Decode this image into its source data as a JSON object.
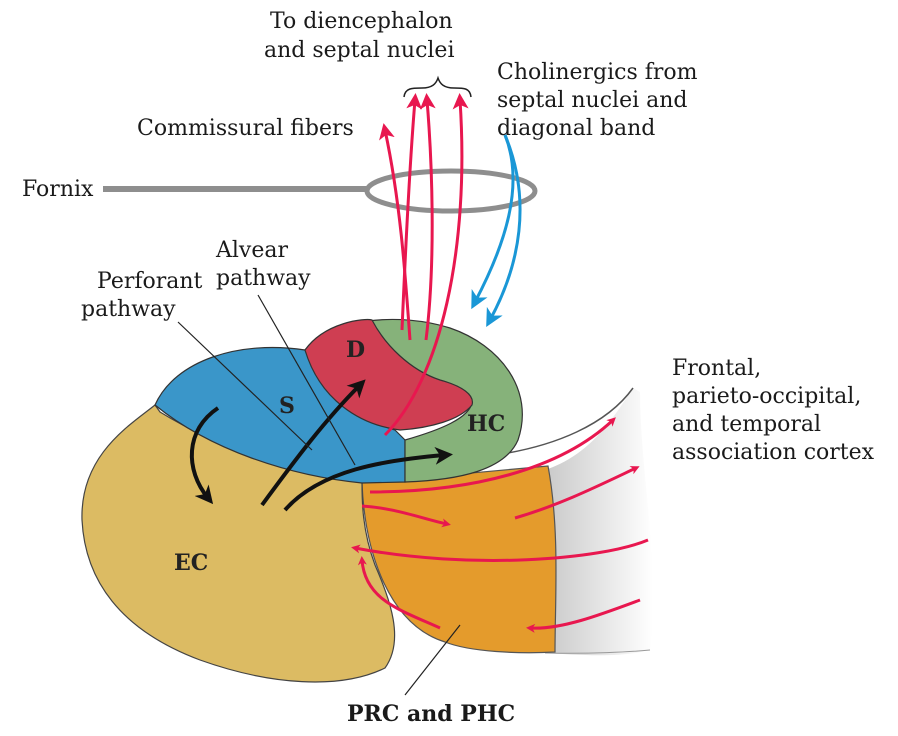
{
  "labels": {
    "to_diencephalon_1": "To diencephalon",
    "to_diencephalon_2": "and septal nuclei",
    "cholinergics_1": "Cholinergics from",
    "cholinergics_2": "septal nuclei and",
    "cholinergics_3": "diagonal band",
    "commissural": "Commissural fibers",
    "fornix": "Fornix",
    "alvear_1": "Alvear",
    "alvear_2": "pathway",
    "perforant_1": "Perforant",
    "perforant_2": "pathway",
    "association_1": "Frontal,",
    "association_2": "parieto-occipital,",
    "association_3": "and temporal",
    "association_4": "association cortex",
    "prc_phc": "PRC and PHC"
  },
  "regions": {
    "d": "D",
    "s": "S",
    "hc": "HC",
    "ec": "EC"
  },
  "colors": {
    "pathway_red": "#e8174f",
    "cholinergic_blue": "#1a97d6",
    "subiculum_blue": "#3a96c9",
    "dentate_red": "#cf3e52",
    "hippocampus_green": "#86b27a",
    "entorhinal_tan": "#dcbb63",
    "prc_orange": "#e49b2c",
    "fornix_gray": "#8e8e8e"
  }
}
